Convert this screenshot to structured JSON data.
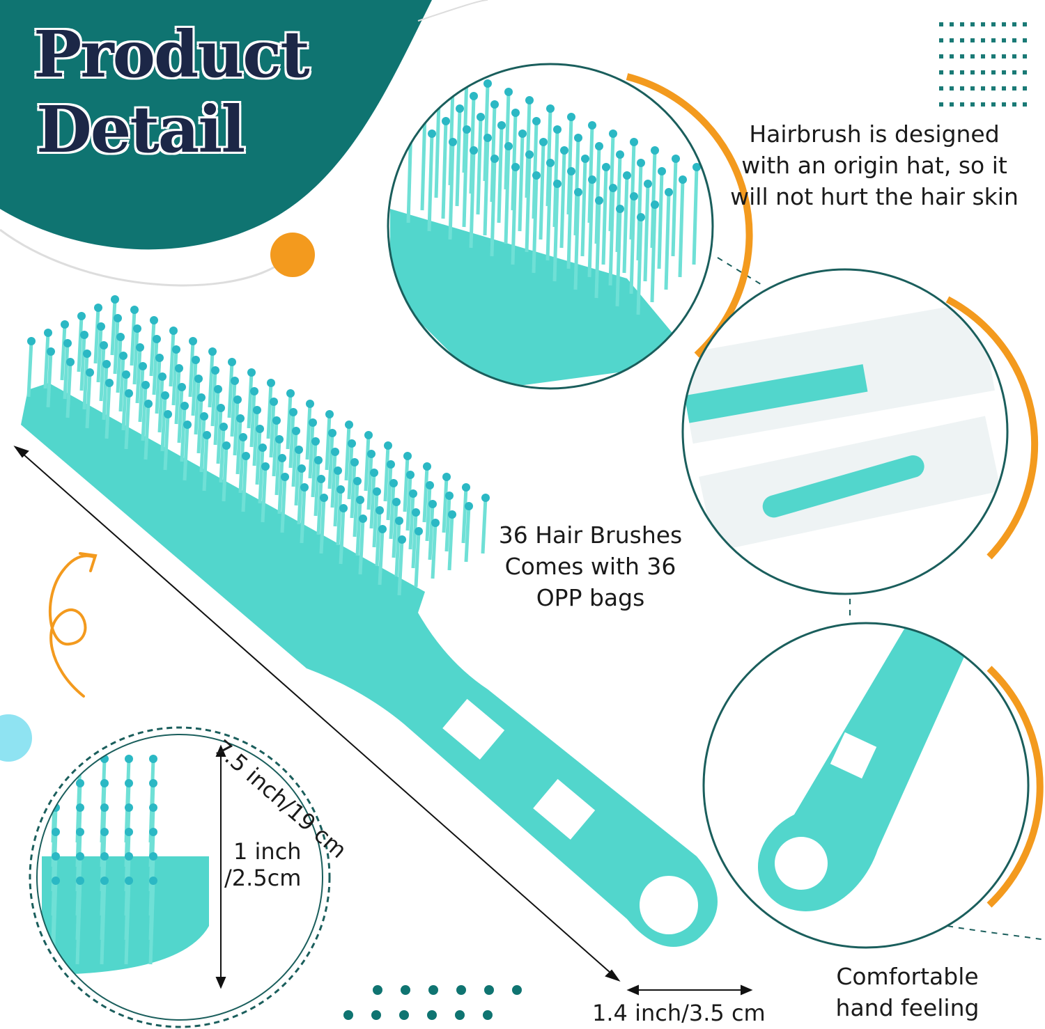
{
  "title": {
    "line1": "Product",
    "line2": "Detail"
  },
  "features": [
    {
      "text": "Hairbrush is designed with an origin hat, so it will not hurt the hair skin"
    },
    {
      "text": "36 Hair Brushes Comes with 36 OPP bags"
    },
    {
      "text": "Comfortable hand feeling"
    }
  ],
  "dimensions": {
    "length": "7.5 inch/19 cm",
    "width": "1.4 inch/3.5 cm",
    "head_line1": "1 inch",
    "head_line2": "/2.5cm"
  },
  "colors": {
    "teal_bg": "#0f7471",
    "brush": "#52d6cc",
    "accent_orange": "#f39a1e",
    "title": "#1c2747",
    "light_blue": "#8fe3f2"
  }
}
